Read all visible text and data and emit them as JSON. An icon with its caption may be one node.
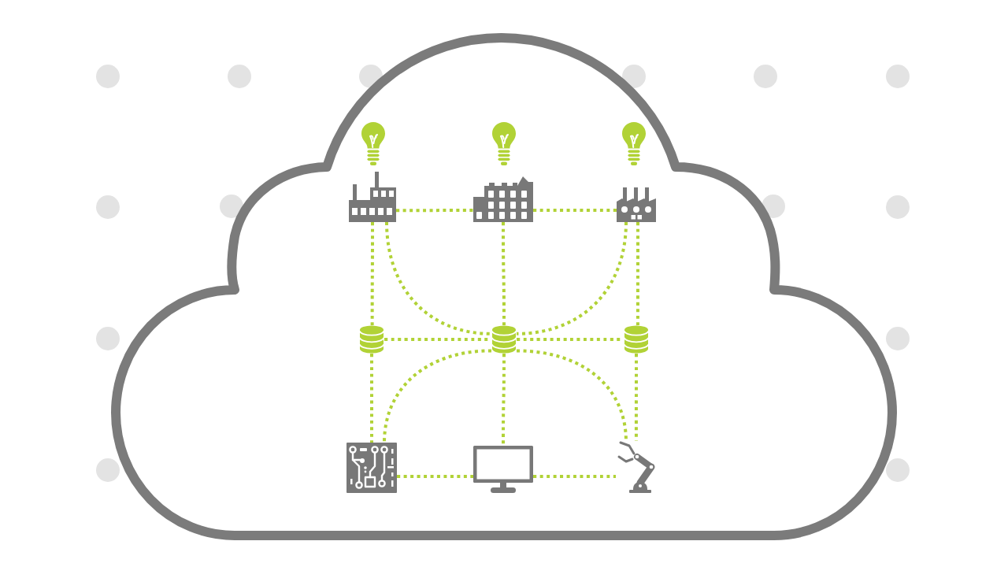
{
  "diagram": {
    "nodes": [
      {
        "text": [],
        "shape": "cloud"
      },
      {
        "text": [],
        "shape": "picture",
        "in": 0
      },
      {
        "text": [],
        "shape": "picture",
        "in": 0
      },
      {
        "text": [],
        "shape": "picture",
        "in": 0
      },
      {
        "text": [],
        "shape": "picture",
        "in": 0
      },
      {
        "text": [],
        "shape": "picture",
        "in": 0
      },
      {
        "text": [],
        "shape": "picture",
        "in": 0
      },
      {
        "text": [],
        "shape": "cylinder",
        "in": 0
      },
      {
        "text": [],
        "shape": "cylinder",
        "in": 0
      },
      {
        "text": [],
        "shape": "cylinder",
        "in": 0
      },
      {
        "text": [],
        "shape": "picture",
        "in": 0
      },
      {
        "text": [],
        "shape": "picture",
        "in": 0
      },
      {
        "text": [],
        "shape": "picture",
        "in": 0
      }
    ],
    "edges": [
      {
        "from": 4,
        "to": 5,
        "arrow": "none"
      },
      {
        "from": 5,
        "to": 6,
        "arrow": "none"
      },
      {
        "from": 7,
        "to": 8,
        "arrow": "none"
      },
      {
        "from": 8,
        "to": 9,
        "arrow": "none"
      },
      {
        "from": 10,
        "to": 11,
        "arrow": "none"
      },
      {
        "from": 11,
        "to": 12,
        "arrow": "none"
      },
      {
        "from": 4,
        "to": 7,
        "arrow": "none"
      },
      {
        "from": 5,
        "to": 8,
        "arrow": "none"
      },
      {
        "from": 6,
        "to": 9,
        "arrow": "none"
      },
      {
        "from": 7,
        "to": 10,
        "arrow": "none"
      },
      {
        "from": 8,
        "to": 11,
        "arrow": "none"
      },
      {
        "from": 9,
        "to": 12,
        "arrow": "none"
      },
      {
        "from": 4,
        "to": 8,
        "arrow": "none"
      },
      {
        "from": 6,
        "to": 8,
        "arrow": "none"
      },
      {
        "from": 8,
        "to": 10,
        "arrow": "none"
      },
      {
        "from": 8,
        "to": 12,
        "arrow": "none"
      }
    ]
  }
}
